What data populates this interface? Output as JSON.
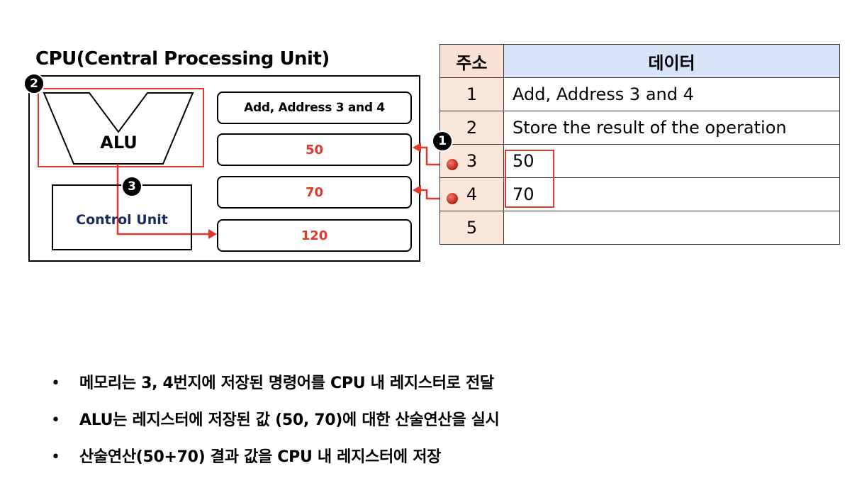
{
  "cpu": {
    "title": "CPU(Central Processing Unit)",
    "alu_label": "ALU",
    "control_unit_label": "Control Unit",
    "registers": [
      "Add, Address 3 and 4",
      "50",
      "70",
      "120"
    ]
  },
  "badges": [
    "1",
    "2",
    "3"
  ],
  "memory": {
    "headers": [
      "주소",
      "데이터"
    ],
    "rows": [
      {
        "address": "1",
        "data": "Add, Address 3 and 4"
      },
      {
        "address": "2",
        "data": "Store the result of the operation"
      },
      {
        "address": "3",
        "data": "50"
      },
      {
        "address": "4",
        "data": "70"
      },
      {
        "address": "5",
        "data": ""
      }
    ]
  },
  "bullets": [
    "메모리는 3, 4번지에 저장된 명령어를 CPU 내 레지스터로 전달",
    "ALU는 레지스터에 저장된 값 (50, 70)에 대한 산술연산을 실시",
    "산술연산(50+70) 결과 값을 CPU 내 레지스터에 저장"
  ],
  "bullet_symbol": "•",
  "colors": {
    "highlight_red": "#e0392b",
    "control_unit_text": "#1b2a5c",
    "header_blue": "#d9e3f7",
    "address_peach": "#fbe6da"
  }
}
